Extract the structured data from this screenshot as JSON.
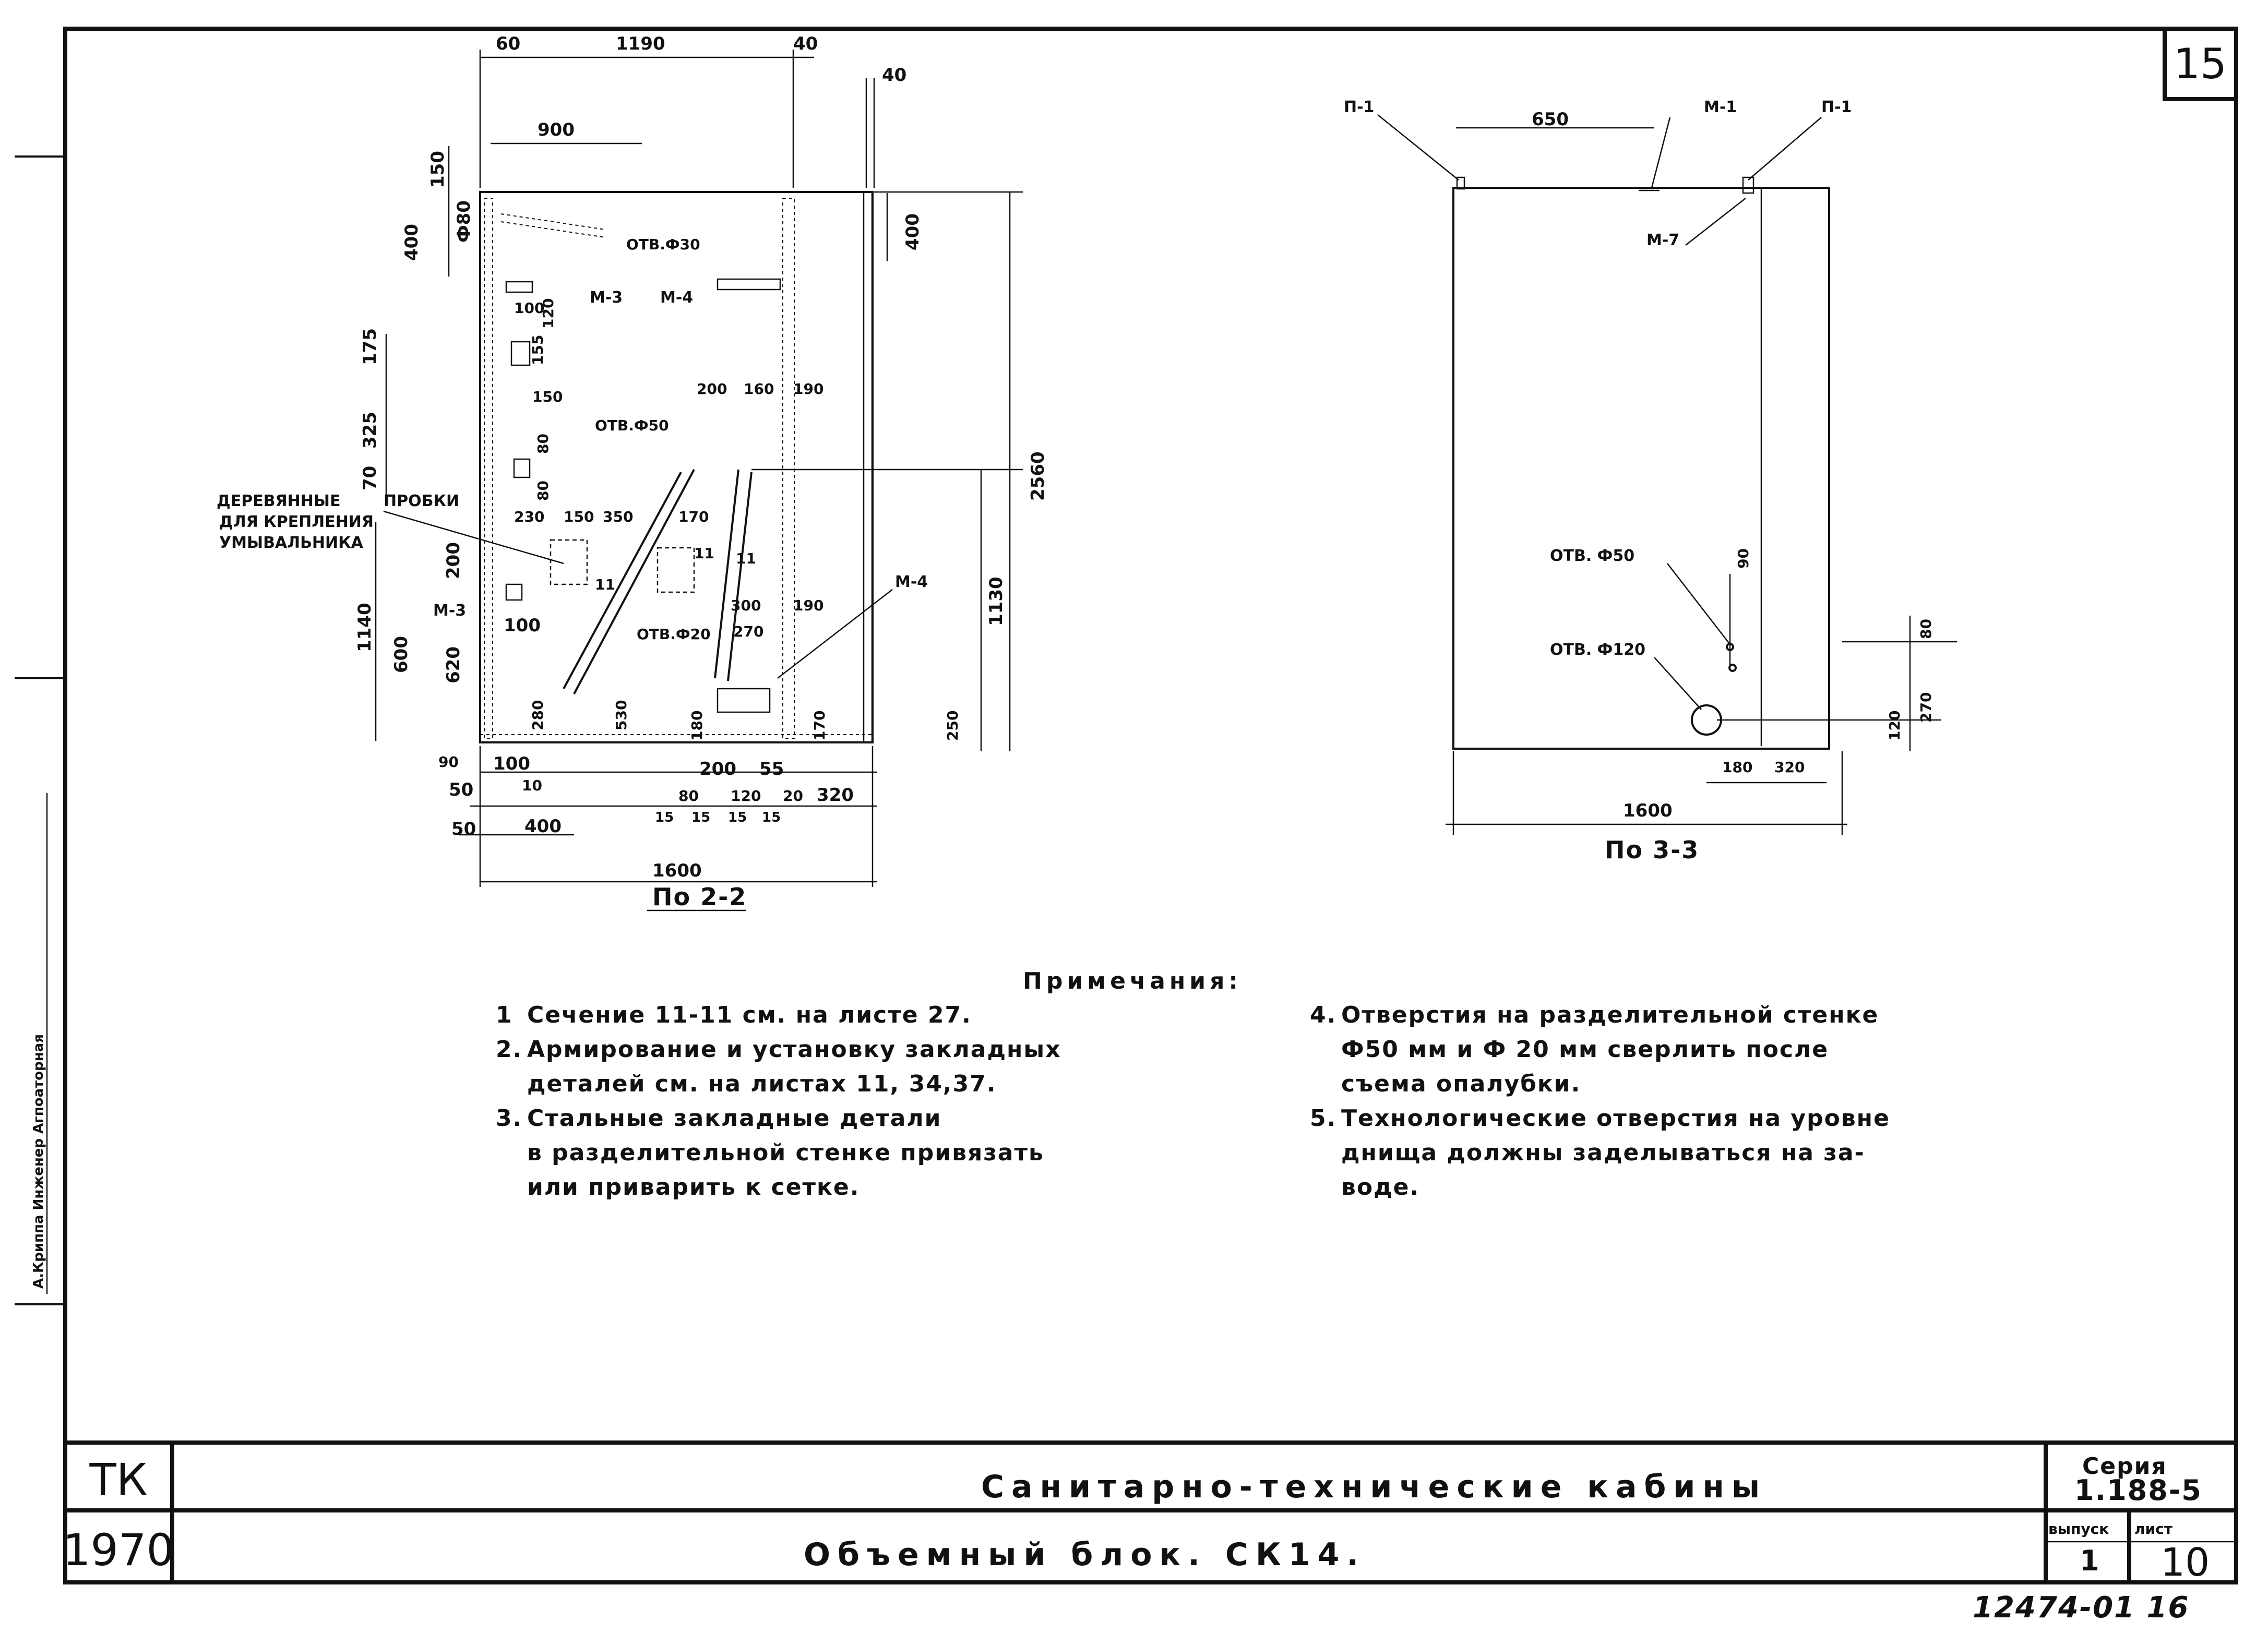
{
  "sheet": {
    "page_number": "15",
    "side_stamp": "А.Криппа Инженер Агпоаторная"
  },
  "section_22": {
    "caption": "По 2-2",
    "top_dims": [
      "60",
      "1190",
      "40"
    ],
    "top_dim_right": "40",
    "dim_900": "900",
    "dims_left_top": [
      "150",
      "400",
      "Ф80"
    ],
    "dims_left_mid": [
      "175",
      "325",
      "70"
    ],
    "dims_left_low": [
      "1140",
      "200",
      "600",
      "620",
      "100"
    ],
    "dim_1130": "1130",
    "dim_2560": "2560",
    "dim_400_right": "400",
    "dims_inner": [
      "100",
      "120",
      "155",
      "150",
      "80",
      "80",
      "100",
      "280",
      "530",
      "200",
      "160",
      "190",
      "300",
      "270",
      "190",
      "250",
      "170",
      "230",
      "150",
      "350",
      "170",
      "180",
      "170"
    ],
    "bottom_dims_row1": [
      "90",
      "100",
      "10",
      "200",
      "55"
    ],
    "bottom_dims_row2": [
      "50",
      "80",
      "120",
      "20",
      "320"
    ],
    "bottom_dims_row3": [
      "50",
      "400",
      "15",
      "15",
      "15",
      "15"
    ],
    "dim_total": "1600",
    "labels": {
      "m3_top": "М-3",
      "m4_top": "М-4",
      "m3_left": "М-3",
      "m4_right": "М-4",
      "otv30": "ОТВ.Ф30",
      "otv50": "ОТВ.Ф50",
      "otv20": "ОТВ.Ф20",
      "wood_1": "ДЕРЕВЯННЫЕ",
      "wood_2": "ПРОБКИ",
      "wood_3": "ДЛЯ КРЕПЛЕНИЯ",
      "wood_4": "УМЫВАЛЬНИКА",
      "sec": "11"
    }
  },
  "section_33": {
    "caption": "По 3-3",
    "labels": [
      "П-1",
      "М-1",
      "П-1",
      "М-7"
    ],
    "dim_650": "650",
    "otv50": "ОТВ. Ф50",
    "otv120": "ОТВ. Ф120",
    "dims_right": [
      "90",
      "80",
      "270",
      "120"
    ],
    "dims_bottom": [
      "180",
      "320"
    ],
    "dim_total": "1600"
  },
  "notes": {
    "heading": "Примечания:",
    "left": [
      {
        "num": "1",
        "lines": [
          "Сечение 11-11 см. на листе 27."
        ]
      },
      {
        "num": "2.",
        "lines": [
          "Армирование и установку закладных",
          "деталей см. на листах      11, 34,37."
        ]
      },
      {
        "num": "3.",
        "lines": [
          "Стальные закладные детали",
          "в разделительной стенке привязать",
          "или приварить к сетке."
        ]
      }
    ],
    "right": [
      {
        "num": "4.",
        "lines": [
          "Отверстия на разделительной стенке",
          "Ф50 мм и Ф 20 мм сверлить    после",
          "съема опалубки."
        ]
      },
      {
        "num": "5.",
        "lines": [
          "Технологические отверстия на уровне",
          "днища должны заделываться на за-",
          "воде."
        ]
      }
    ]
  },
  "title_block": {
    "tk": "ТК",
    "year": "1970",
    "title1": "Санитарно-технические кабины",
    "title2": "Объемный блок. СК14.",
    "series_label": "Серия",
    "series_value": "1.188-5",
    "issue_label": "выпуск",
    "issue_value": "1",
    "sheet_label": "лист",
    "sheet_value": "10",
    "archive_no": "12474-01 16"
  }
}
